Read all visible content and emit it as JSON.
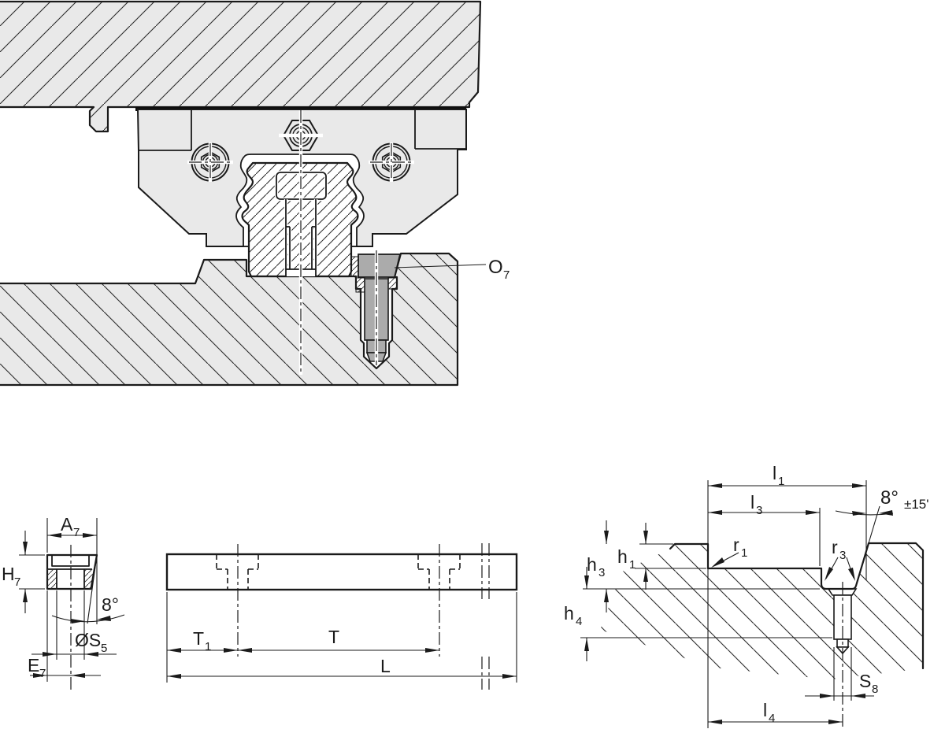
{
  "drawing": {
    "colors": {
      "background": "#ffffff",
      "line": "#1a1a1a",
      "part_fill": "#e9e9e9",
      "plug_fill": "#ababab"
    },
    "main_section": {
      "callout_o7": {
        "base": "O",
        "sub": "7"
      }
    },
    "cap_detail": {
      "width_a7": {
        "base": "A",
        "sub": "7"
      },
      "height_h7": {
        "base": "H",
        "sub": "7"
      },
      "angle": {
        "base": "8°"
      },
      "diameter_s5": {
        "base": "ØS",
        "sub": "5"
      },
      "edge_e7": {
        "base": "E",
        "sub": "7"
      }
    },
    "rail_side": {
      "t1": {
        "base": "T",
        "sub": "1"
      },
      "t": {
        "base": "T"
      },
      "length": {
        "base": "L"
      }
    },
    "substructure": {
      "l1": {
        "base": "l",
        "sub": "1"
      },
      "l3": {
        "base": "l",
        "sub": "3"
      },
      "l4": {
        "base": "l",
        "sub": "4"
      },
      "angle_tol": {
        "base": "8°",
        "suffix": "±15'"
      },
      "h1": {
        "base": "h",
        "sub": "1"
      },
      "h3": {
        "base": "h",
        "sub": "3"
      },
      "h4": {
        "base": "h",
        "sub": "4"
      },
      "r1": {
        "base": "r",
        "sub": "1"
      },
      "r3": {
        "base": "r",
        "sub": "3"
      },
      "s8": {
        "base": "S",
        "sub": "8"
      }
    }
  }
}
